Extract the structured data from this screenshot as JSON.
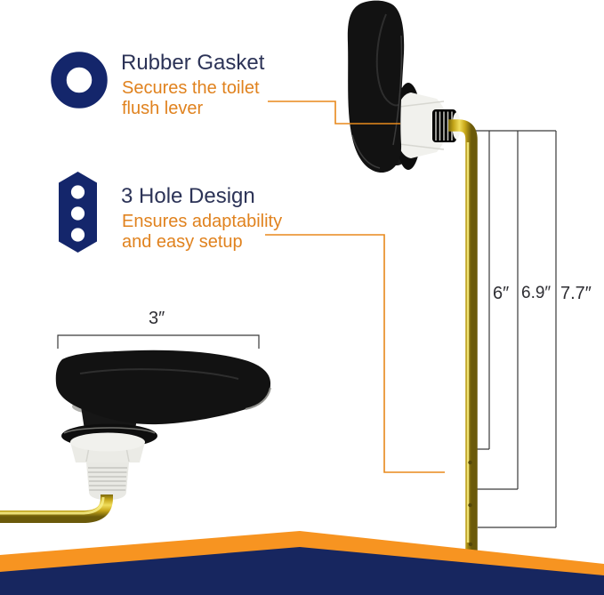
{
  "colors": {
    "icon_navy": "#14266b",
    "heading_text": "#2c3357",
    "accent_orange": "#e0821e",
    "callout_line": "#e8891c",
    "dimension_line": "#3a3a3a",
    "dimension_text": "#2e2e33",
    "band_orange": "#f79421",
    "band_navy": "#17265f",
    "part_black": "#121212",
    "part_white": "#f1f1ed",
    "brass_gold": "#d7ba2e"
  },
  "features": [
    {
      "title": "Rubber Gasket",
      "desc_line1": "Secures the toilet",
      "desc_line2": "flush lever"
    },
    {
      "title": "3 Hole Design",
      "desc_line1": "Ensures adaptability",
      "desc_line2": "and easy setup"
    }
  ],
  "dimensions": {
    "lever_6": "6″",
    "lever_6_9": "6.9″",
    "lever_7_7": "7.7″",
    "handle_width": "3″"
  }
}
